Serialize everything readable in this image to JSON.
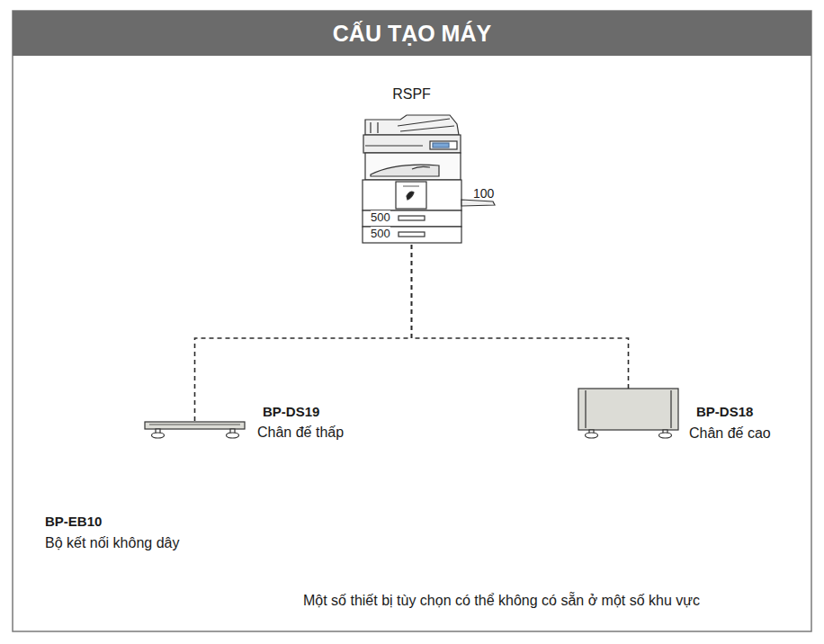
{
  "diagram": {
    "title": "CẤU TẠO MÁY",
    "caption": "Một số thiết bị tùy chọn có thể không có sẵn ở một số khu vực",
    "nodes": [
      {
        "text": [
          "RSPF"
        ]
      },
      {
        "text": [
          "BP-DS19",
          "Chân đế thấp"
        ]
      },
      {
        "text": [
          "BP-DS18",
          "Chân đế cao"
        ]
      }
    ],
    "edges": [
      {
        "from": 0,
        "to": 1,
        "arrow": "none"
      },
      {
        "from": 0,
        "to": 2,
        "arrow": "none"
      }
    ],
    "labels": [
      "100",
      "500",
      "500",
      "BP-EB10",
      "Bộ kết nối không dây"
    ]
  }
}
